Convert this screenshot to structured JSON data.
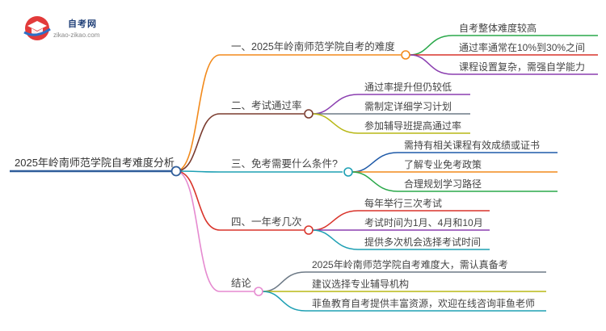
{
  "logo": {
    "title": "自考网",
    "subtitle": "zikao-zikao.com"
  },
  "mindmap": {
    "root": "2025年岭南师范学院自考难度分析",
    "branches": [
      {
        "label": "一、2025年岭南师范学院自考的难度",
        "color": "#f28a1c",
        "children": [
          {
            "label": "自考整体难度较高",
            "color": "#2aa84a"
          },
          {
            "label": "通过率通常在10%到30%之间",
            "color": "#d9342b"
          },
          {
            "label": "课程设置复杂，需强自学能力",
            "color": "#8b3fb0"
          }
        ]
      },
      {
        "label": "二、考试通过率",
        "color": "#7a3b2e",
        "children": [
          {
            "label": "通过率提升但仍较低",
            "color": "#8b3fb0"
          },
          {
            "label": "需制定详细学习计划",
            "color": "#6d7a86"
          },
          {
            "label": "参加辅导班提高通过率",
            "color": "#b8b816"
          }
        ]
      },
      {
        "label": "三、免考需要什么条件?",
        "color": "#1ea0b4",
        "children": [
          {
            "label": "需持有相关课程有效成绩或证书",
            "color": "#1f5aa8"
          },
          {
            "label": "了解专业免考政策",
            "color": "#f28a1c"
          },
          {
            "label": "合理规划学习路径",
            "color": "#2aa84a"
          }
        ]
      },
      {
        "label": "四、一年考几次",
        "color": "#d9342b",
        "children": [
          {
            "label": "每年举行三次考试",
            "color": "#d9342b"
          },
          {
            "label": "考试时间为1月、4月和10月",
            "color": "#8b3fb0"
          },
          {
            "label": "提供多次机会选择考试时间",
            "color": "#1ea0b4"
          }
        ]
      },
      {
        "label": "结论",
        "color": "#e58ad0",
        "children": [
          {
            "label": "2025年岭南师范学院自考难度大，需认真备考",
            "color": "#6d7a86"
          },
          {
            "label": "建议选择专业辅导机构",
            "color": "#b8b816"
          },
          {
            "label": "菲鱼教育自考提供丰富资源，欢迎在线咨询菲鱼老师",
            "color": "#1ea0b4"
          }
        ]
      }
    ]
  }
}
